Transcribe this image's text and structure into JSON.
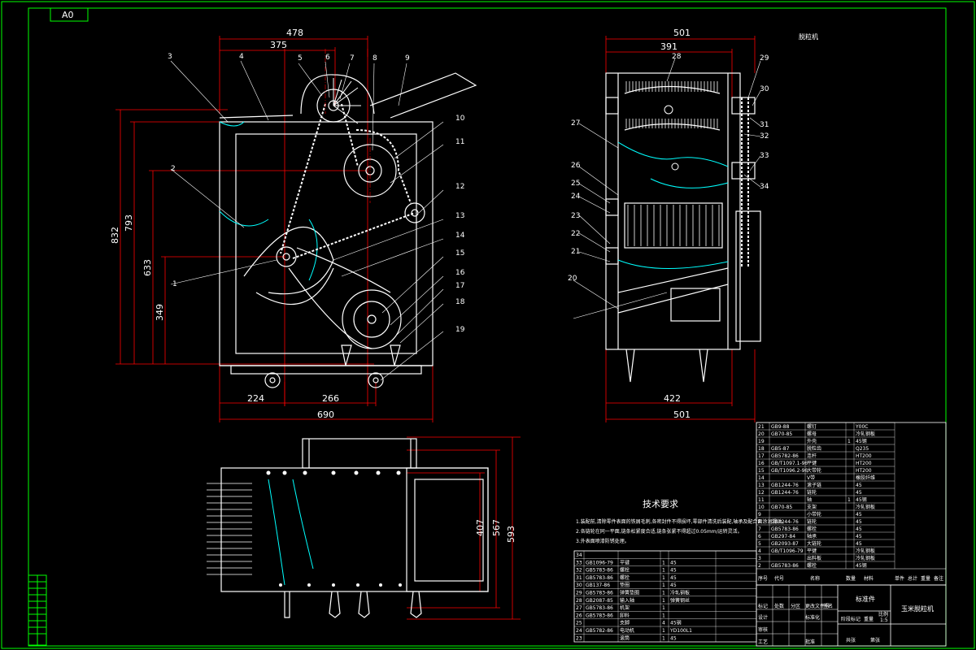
{
  "sheet": {
    "sheet_tag": "A0",
    "colors": {
      "background": "#000000",
      "frame": "#00ff00",
      "dimension": "#ff0000",
      "part": "#ffffff",
      "hatch": "#00ffff",
      "accent": "#ffff00"
    }
  },
  "front_view": {
    "dims": {
      "w478": "478",
      "w375": "375",
      "h832": "832",
      "h793": "793",
      "h633": "633",
      "h349": "349",
      "b224": "224",
      "b266": "266",
      "b690": "690"
    },
    "balloons": [
      "1",
      "2",
      "3",
      "4",
      "5",
      "6",
      "7",
      "8",
      "9",
      "10",
      "11",
      "12",
      "13",
      "14",
      "15",
      "16",
      "17",
      "18",
      "19"
    ]
  },
  "side_view": {
    "dims": {
      "w501": "501",
      "w391": "391",
      "b422": "422",
      "b501": "501"
    },
    "balloons_right": [
      "29",
      "30",
      "31",
      "32",
      "33",
      "34"
    ],
    "balloons_left": [
      "28",
      "27",
      "26",
      "25",
      "24",
      "23",
      "22",
      "21",
      "20"
    ]
  },
  "top_view": {
    "dims": {
      "v593": "593",
      "v567": "567",
      "v407": "407"
    }
  },
  "tech": {
    "title": "技术要求",
    "lines": [
      "1.装配前,清除零件表面的铁屑毛刺,各密封件不得损坏,零部件清洗后装配,轴承及配合面涂润滑油。",
      "2.各链轮在同一平面,链条松紧度合适,链条张紧不得超过0.05mm/运转灵活。",
      "3.外表面喷漆防锈处理。"
    ]
  },
  "bom_right": {
    "rows": [
      [
        "21",
        "GB9-88",
        "螺钉",
        "",
        "Y00C"
      ],
      [
        "20",
        "GB70-85",
        "螺母",
        "",
        "冷轧钢板"
      ],
      [
        "19",
        "",
        "外壳",
        "1",
        "45钢"
      ],
      [
        "18",
        "GB5-87",
        "脱粒齿",
        "",
        "Q235"
      ],
      [
        "17",
        "GB5782-86",
        "连杆",
        "",
        "HT200"
      ],
      [
        "16",
        "GB/T1097.1-96",
        "平键",
        "",
        "HT200"
      ],
      [
        "15",
        "GB/T1096.2-96",
        "大带轮",
        "",
        "HT200"
      ],
      [
        "14",
        "",
        "V带",
        "",
        "橡胶纤维"
      ],
      [
        "13",
        "GB1244-76",
        "滚子链",
        "",
        "45"
      ],
      [
        "12",
        "GB1244-76",
        "链轮",
        "",
        "45"
      ],
      [
        "11",
        "",
        "轴",
        "1",
        "45钢"
      ],
      [
        "10",
        "GB70-85",
        "支架",
        "",
        "冷轧钢板"
      ],
      [
        "9",
        "",
        "小带轮",
        "",
        "45"
      ],
      [
        "8",
        "GB1244-76",
        "链轮",
        "",
        "45"
      ],
      [
        "7",
        "GB5783-86",
        "螺栓",
        "",
        "45"
      ],
      [
        "6",
        "GB297-84",
        "轴承",
        "",
        "45"
      ],
      [
        "5",
        "GB2093-87",
        "大链轮",
        "",
        "45"
      ],
      [
        "4",
        "GB/T1096-79",
        "平键",
        "",
        "冷轧钢板"
      ],
      [
        "3",
        "",
        "出料板",
        "",
        "冷轧钢板"
      ],
      [
        "2",
        "GB5783-86",
        "螺栓",
        "",
        "45钢"
      ]
    ],
    "header": [
      "序号",
      "代号",
      "名称",
      "数量",
      "材料",
      "单件",
      "总计",
      "重量",
      "备注"
    ]
  },
  "bom_left": {
    "rows": [
      [
        "34",
        "",
        "",
        "",
        ""
      ],
      [
        "33",
        "GB1096-79",
        "平键",
        "1",
        "45"
      ],
      [
        "32",
        "GB5783-86",
        "螺栓",
        "1",
        "45"
      ],
      [
        "31",
        "GB5783-86",
        "螺栓",
        "1",
        "45"
      ],
      [
        "30",
        "GB137-86",
        "垫圈",
        "1",
        "45"
      ],
      [
        "29",
        "GB5783-86",
        "弹簧垫圈",
        "1",
        "冷轧钢板"
      ],
      [
        "28",
        "GB2087-85",
        "输入轴",
        "1",
        "弹簧钢丝"
      ],
      [
        "27",
        "GB5783-86",
        "机架",
        "1",
        ""
      ],
      [
        "26",
        "GB5783-86",
        "卸料",
        "1",
        ""
      ],
      [
        "25",
        "",
        "支脚",
        "4",
        "45钢"
      ],
      [
        "24",
        "GB5782-86",
        "电动机",
        "1",
        "YD100L1"
      ],
      [
        "23",
        "",
        "滚筒",
        "1",
        "45"
      ]
    ]
  },
  "title_block": {
    "rows": [
      "标记",
      "处数",
      "分区",
      "更改文件号",
      "签名",
      "年月日",
      "设计",
      "标准化",
      "审核",
      "工艺",
      "批准"
    ],
    "cells": [
      "阶段标记",
      "重量",
      "比例",
      "共张",
      "第张"
    ],
    "material": "标准件",
    "scale": "1:5",
    "name": "玉米脱粒机"
  },
  "left_strip": [
    "",
    "",
    "",
    "",
    "",
    "",
    "",
    "",
    "",
    "",
    ""
  ]
}
